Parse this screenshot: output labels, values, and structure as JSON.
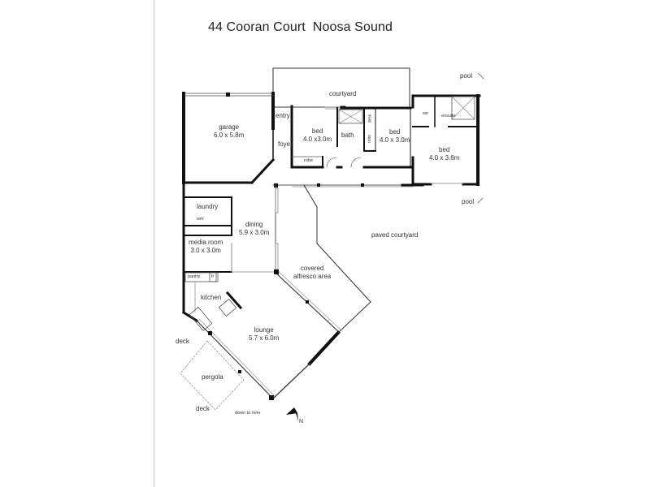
{
  "title": "44 Cooran Court  Noosa Sound",
  "rooms": {
    "courtyard": {
      "name": "courtyard"
    },
    "garage": {
      "name": "garage",
      "size": "6.0 x 5.8m"
    },
    "entry": {
      "name": "entry"
    },
    "foyer": {
      "name": "foyer"
    },
    "bed1": {
      "name": "bed",
      "size": "4.0 x3.0m"
    },
    "robe1": {
      "name": "robe"
    },
    "bath": {
      "name": "bath"
    },
    "desk": {
      "name": "desk"
    },
    "robe2": {
      "name": "robe"
    },
    "bed2": {
      "name": "bed",
      "size": "4.0 x 3.0m"
    },
    "wir": {
      "name": "wir"
    },
    "ensuite": {
      "name": "ensuite"
    },
    "bed3": {
      "name": "bed",
      "size": "4.0 x 3.6m"
    },
    "laundry": {
      "name": "laundry"
    },
    "wm": {
      "name": "wm"
    },
    "dining": {
      "name": "dining",
      "size": "5.9 x 3.0m"
    },
    "media": {
      "name": "media room",
      "size": "3.0 x 3.0m"
    },
    "pantry": {
      "name": "pantry"
    },
    "fr": {
      "name": "fr"
    },
    "kitchen": {
      "name": "kitchen"
    },
    "lounge": {
      "name": "lounge",
      "size": "5.7 x 6.0m"
    },
    "alfresco": {
      "name": "covered",
      "name2": "alfresco area"
    },
    "paved": {
      "name": "paved courtyard"
    },
    "pergola": {
      "name": "pergola"
    },
    "deck1": {
      "name": "deck"
    },
    "deck2": {
      "name": "deck"
    }
  },
  "annotations": {
    "pool_top": "pool",
    "pool_mid": "pool",
    "down_to_river": "down to river",
    "north": "N"
  }
}
